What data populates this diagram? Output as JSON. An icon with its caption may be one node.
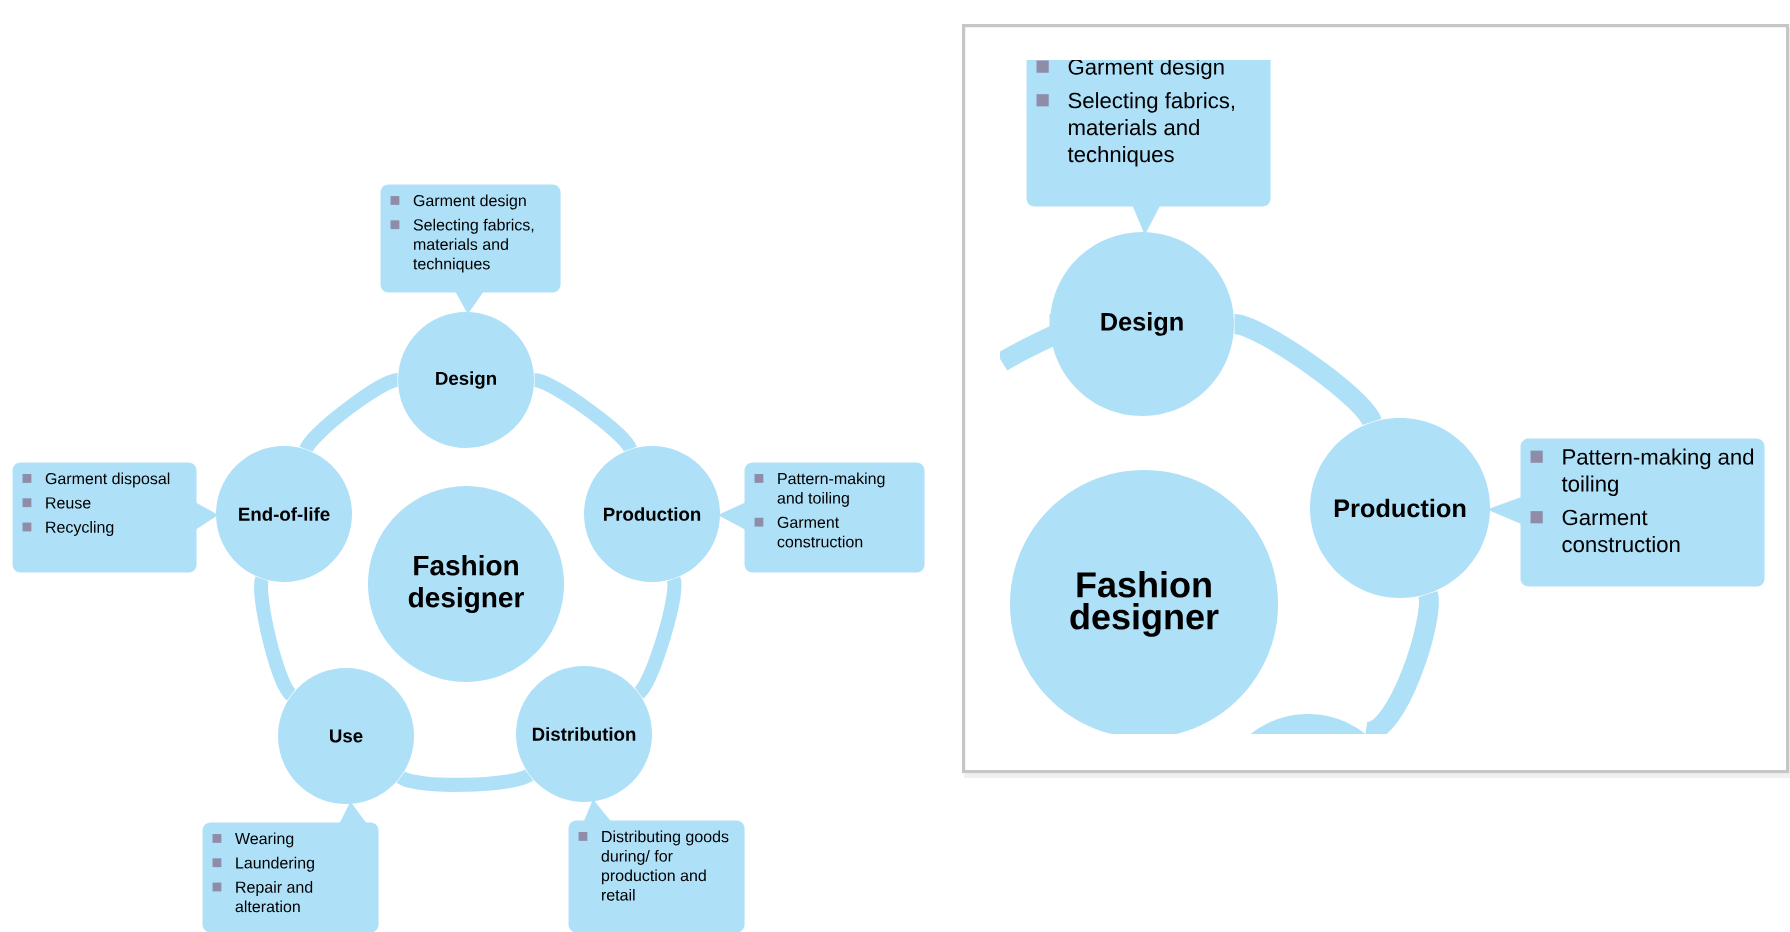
{
  "diagram": {
    "nodes": [
      {
        "text": [
          "Fashion designer"
        ]
      },
      {
        "text": [
          "Design"
        ]
      },
      {
        "text": [
          "Production"
        ]
      },
      {
        "text": [
          "Distribution"
        ]
      },
      {
        "text": [
          "Use"
        ]
      },
      {
        "text": [
          "End-of-life"
        ]
      },
      {
        "text": [
          "Garment design",
          "Selecting fabrics, materials and techniques"
        ]
      },
      {
        "text": [
          "Pattern-making and toiling",
          "Garment construction"
        ]
      },
      {
        "text": [
          "Distributing goods during/ for production and retail"
        ]
      },
      {
        "text": [
          "Wearing",
          "Laundering",
          "Repair and alteration"
        ]
      },
      {
        "text": [
          "Garment disposal",
          "Reuse",
          "Recycling"
        ]
      },
      {
        "text": [],
        "shape": "box"
      },
      {
        "text": [
          "Garment design",
          "Selecting fabrics, materials and techniques"
        ],
        "in": 11
      },
      {
        "text": [
          "Design"
        ],
        "in": 11
      },
      {
        "text": [
          "Production"
        ],
        "in": 11
      },
      {
        "text": [
          "Pattern-making and toiling",
          "Garment construction"
        ],
        "in": 11
      },
      {
        "text": [
          "Fashion designer"
        ],
        "in": 11
      },
      {
        "text": [],
        "shape": "circle",
        "in": 11
      }
    ],
    "edges": [
      {
        "from": 1,
        "to": 2,
        "arrow": "none"
      },
      {
        "from": 2,
        "to": 3,
        "arrow": "none"
      },
      {
        "from": 3,
        "to": 4,
        "arrow": "none"
      },
      {
        "from": 4,
        "to": 5,
        "arrow": "none"
      },
      {
        "from": 5,
        "to": 1,
        "arrow": "none"
      },
      {
        "from": 6,
        "to": 1,
        "arrow": "to"
      },
      {
        "from": 7,
        "to": 2,
        "arrow": "to"
      },
      {
        "from": 8,
        "to": 3,
        "arrow": "to"
      },
      {
        "from": 9,
        "to": 4,
        "arrow": "to"
      },
      {
        "from": 10,
        "to": 5,
        "arrow": "to"
      },
      {
        "from": 12,
        "to": 13,
        "arrow": "to"
      },
      {
        "from": 15,
        "to": 14,
        "arrow": "to"
      },
      {
        "from": null,
        "to": 13,
        "arrow": "none"
      },
      {
        "from": 13,
        "to": 14,
        "arrow": "none"
      },
      {
        "from": 14,
        "to": 17,
        "arrow": "none"
      }
    ]
  }
}
